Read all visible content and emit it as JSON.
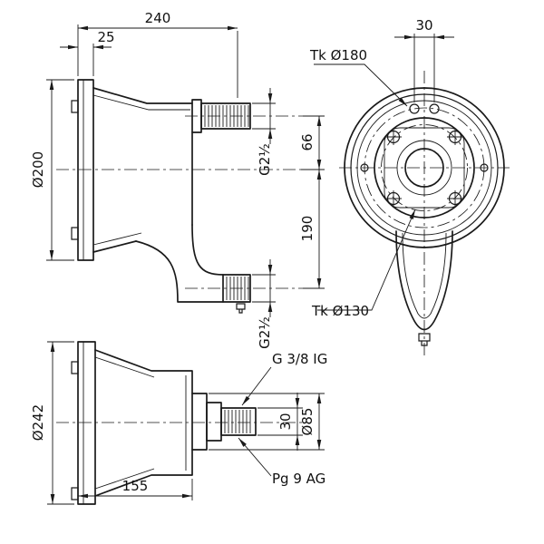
{
  "drawing": {
    "background_color": "#ffffff",
    "line_color": "#1a1a1a",
    "views": {
      "side_upper": {
        "dim_total_length": "240",
        "dim_flange_thickness": "25",
        "dim_flange_diameter": "Ø200",
        "dim_port_offset": "66",
        "dim_port_spacing": "190",
        "label_top_port_thread": "G2½",
        "label_bottom_port_thread": "G2½"
      },
      "front": {
        "dim_hole_spacing": "30",
        "label_bolt_circle_outer": "Tk Ø180",
        "label_bolt_circle_inner": "Tk Ø130"
      },
      "side_lower": {
        "dim_flange_diameter": "Ø242",
        "dim_body_depth": "155",
        "label_thread_internal": "G 3/8 IG",
        "label_thread_external": "Pg 9 AG",
        "dim_port_height": "30",
        "dim_boss_diameter": "Ø85"
      }
    }
  }
}
